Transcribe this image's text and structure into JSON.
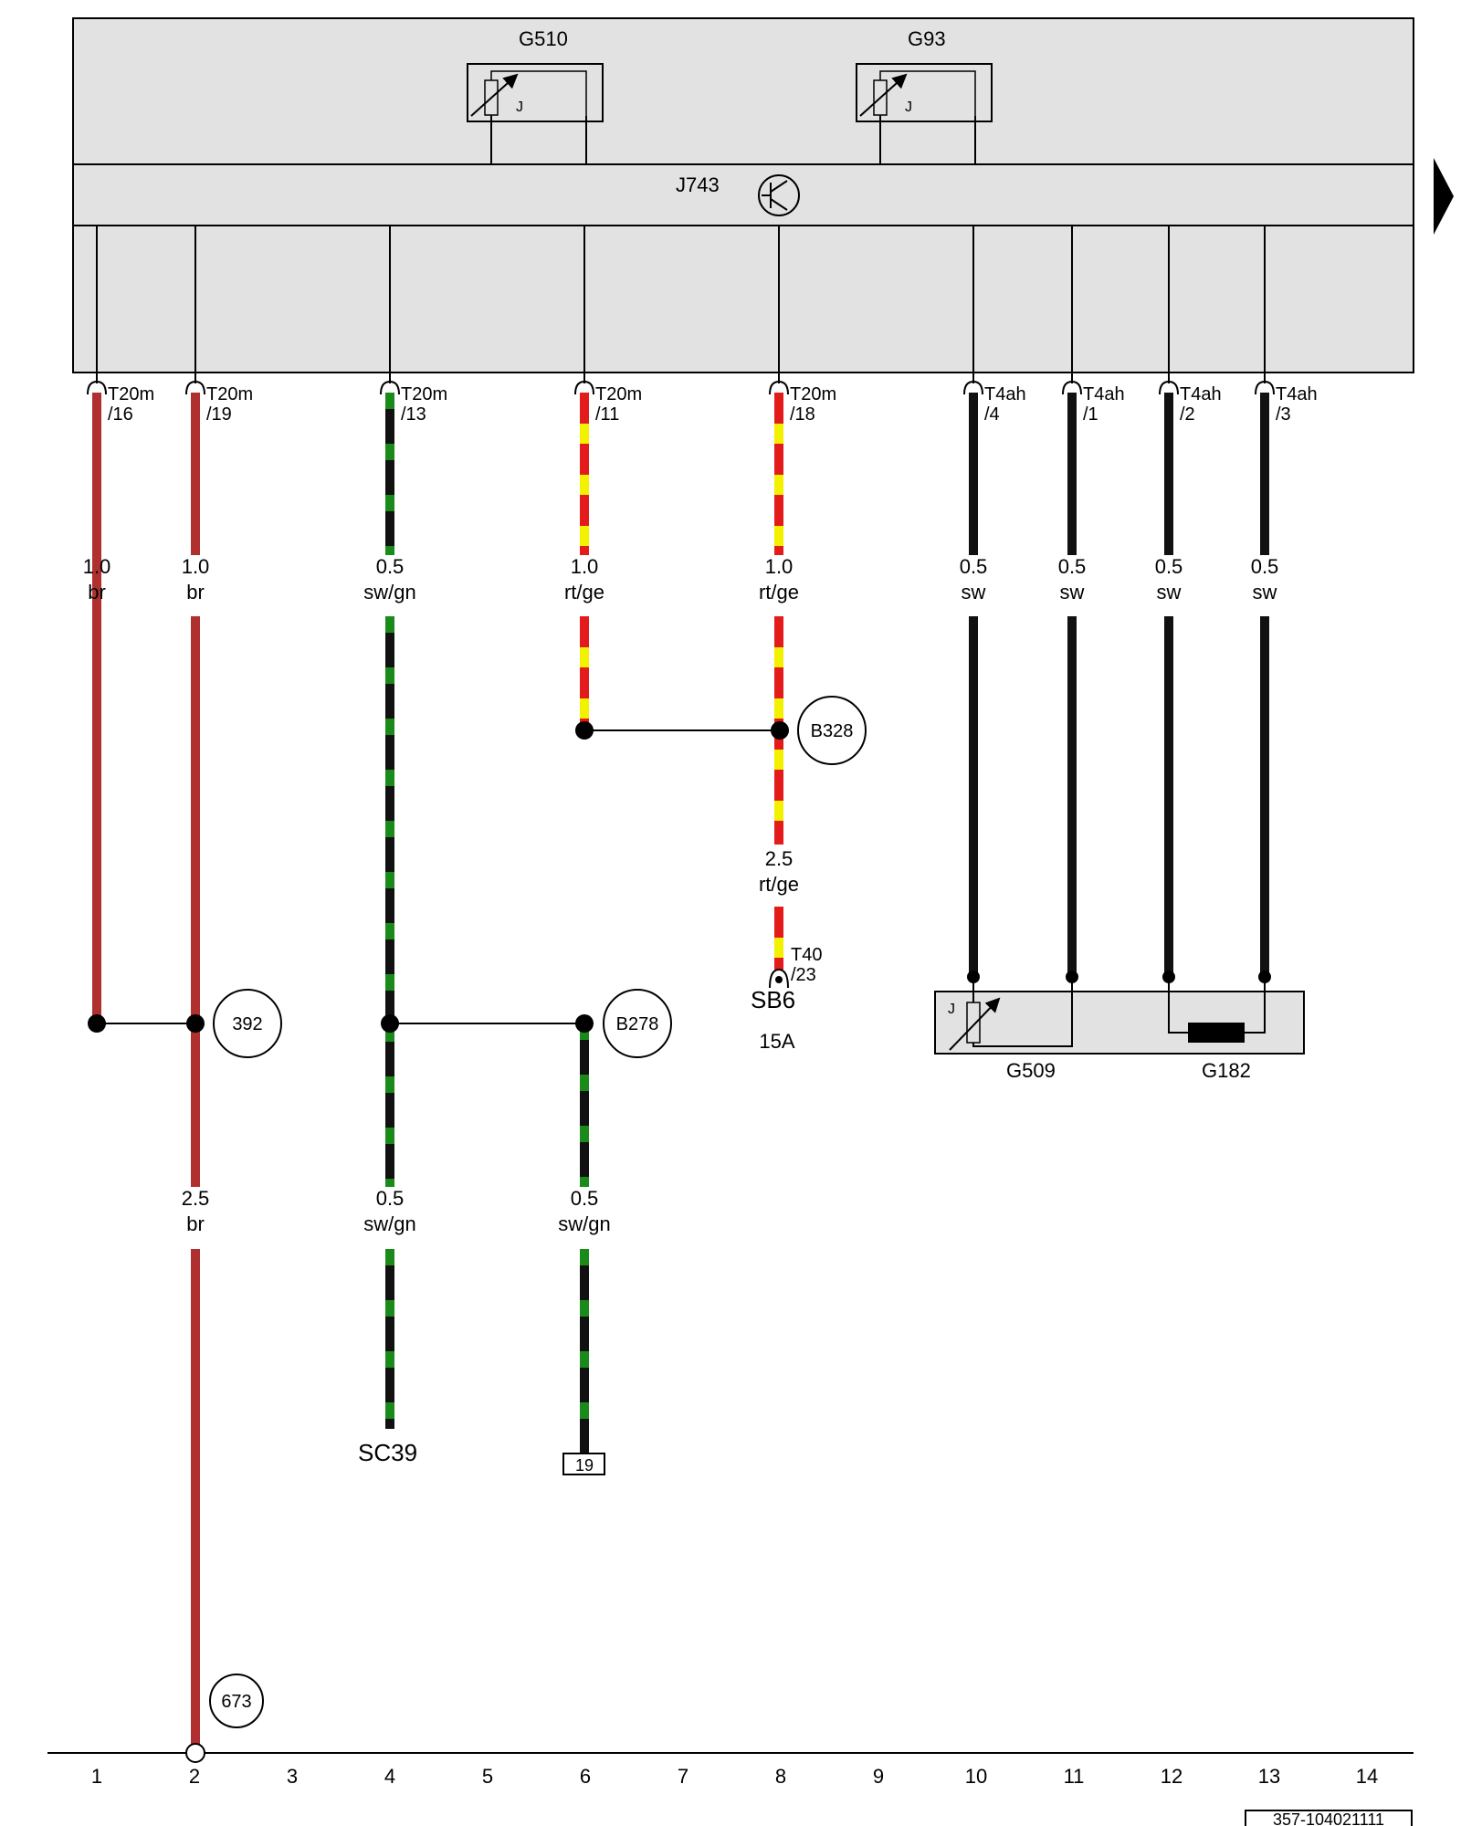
{
  "colors": {
    "br": "#b03030",
    "sw": "#111111",
    "gn": "#1a8a1a",
    "rt": "#e31b1b",
    "ge": "#f2f200",
    "housing": "#e2e2e2"
  },
  "components": {
    "g510": "G510",
    "g93": "G93",
    "j743": "J743",
    "g509": "G509",
    "g182": "G182",
    "sensor_mark": "J"
  },
  "connectors": [
    {
      "name": "T20m",
      "pin": "/16"
    },
    {
      "name": "T20m",
      "pin": "/19"
    },
    {
      "name": "T20m",
      "pin": "/13"
    },
    {
      "name": "T20m",
      "pin": "/11"
    },
    {
      "name": "T20m",
      "pin": "/18"
    },
    {
      "name": "T4ah",
      "pin": "/4"
    },
    {
      "name": "T4ah",
      "pin": "/1"
    },
    {
      "name": "T4ah",
      "pin": "/2"
    },
    {
      "name": "T4ah",
      "pin": "/3"
    }
  ],
  "wire_labels": [
    {
      "size": "1.0",
      "color": "br"
    },
    {
      "size": "1.0",
      "color": "br"
    },
    {
      "size": "0.5",
      "color": "sw/gn"
    },
    {
      "size": "1.0",
      "color": "rt/ge"
    },
    {
      "size": "1.0",
      "color": "rt/ge"
    },
    {
      "size": "0.5",
      "color": "sw"
    },
    {
      "size": "0.5",
      "color": "sw"
    },
    {
      "size": "0.5",
      "color": "sw"
    },
    {
      "size": "0.5",
      "color": "sw"
    },
    {
      "size": "2.5",
      "color": "rt/ge"
    },
    {
      "size": "2.5",
      "color": "br"
    },
    {
      "size": "0.5",
      "color": "sw/gn"
    },
    {
      "size": "0.5",
      "color": "sw/gn"
    }
  ],
  "junctions": {
    "b328": "B328",
    "j392": "392",
    "b278": "B278",
    "j673": "673"
  },
  "fuse": {
    "connector": "T40",
    "pin": "/23",
    "name": "SB6",
    "rating": "15A"
  },
  "terminals": {
    "sc39": "SC39",
    "ref19": "19"
  },
  "track_numbers": [
    "1",
    "2",
    "3",
    "4",
    "5",
    "6",
    "7",
    "8",
    "9",
    "10",
    "11",
    "12",
    "13",
    "14"
  ],
  "diagram_code": "357-104021111"
}
